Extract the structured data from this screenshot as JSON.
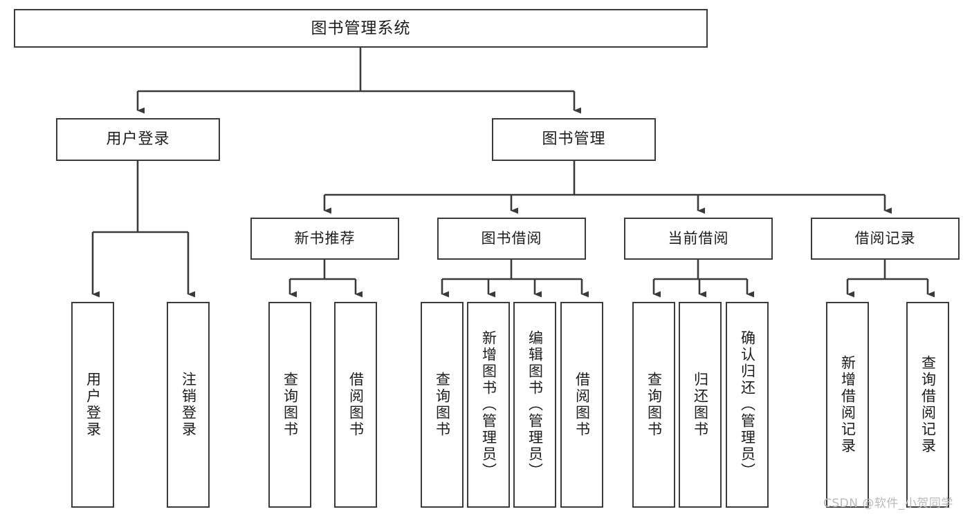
{
  "diagram": {
    "title": "图书管理系统",
    "root": {
      "label": "图书管理系统"
    },
    "level2": [
      {
        "label": "用户登录"
      },
      {
        "label": "图书管理"
      }
    ],
    "level3": [
      {
        "label": "新书推荐"
      },
      {
        "label": "图书借阅"
      },
      {
        "label": "当前借阅"
      },
      {
        "label": "借阅记录"
      }
    ],
    "leaves": {
      "user_login": [
        {
          "label": "用户登录"
        },
        {
          "label": "注销登录"
        }
      ],
      "new_book_recommend": [
        {
          "label": "查询图书"
        },
        {
          "label": "借阅图书"
        }
      ],
      "book_borrow": [
        {
          "label": "查询图书"
        },
        {
          "label": "新增图书（管理员）"
        },
        {
          "label": "编辑图书（管理员）"
        },
        {
          "label": "借阅图书"
        }
      ],
      "current_borrow": [
        {
          "label": "查询图书"
        },
        {
          "label": "归还图书"
        },
        {
          "label": "确认归还（管理员）"
        }
      ],
      "borrow_record": [
        {
          "label": "新增借阅记录"
        },
        {
          "label": "查询借阅记录"
        }
      ]
    }
  },
  "watermark": {
    "text": "CSDN @软件_小贺同学"
  },
  "colors": {
    "border": "#3a3a3a",
    "background": "#ffffff",
    "text": "#1c1c1c",
    "watermark": "#b9b9b9"
  }
}
